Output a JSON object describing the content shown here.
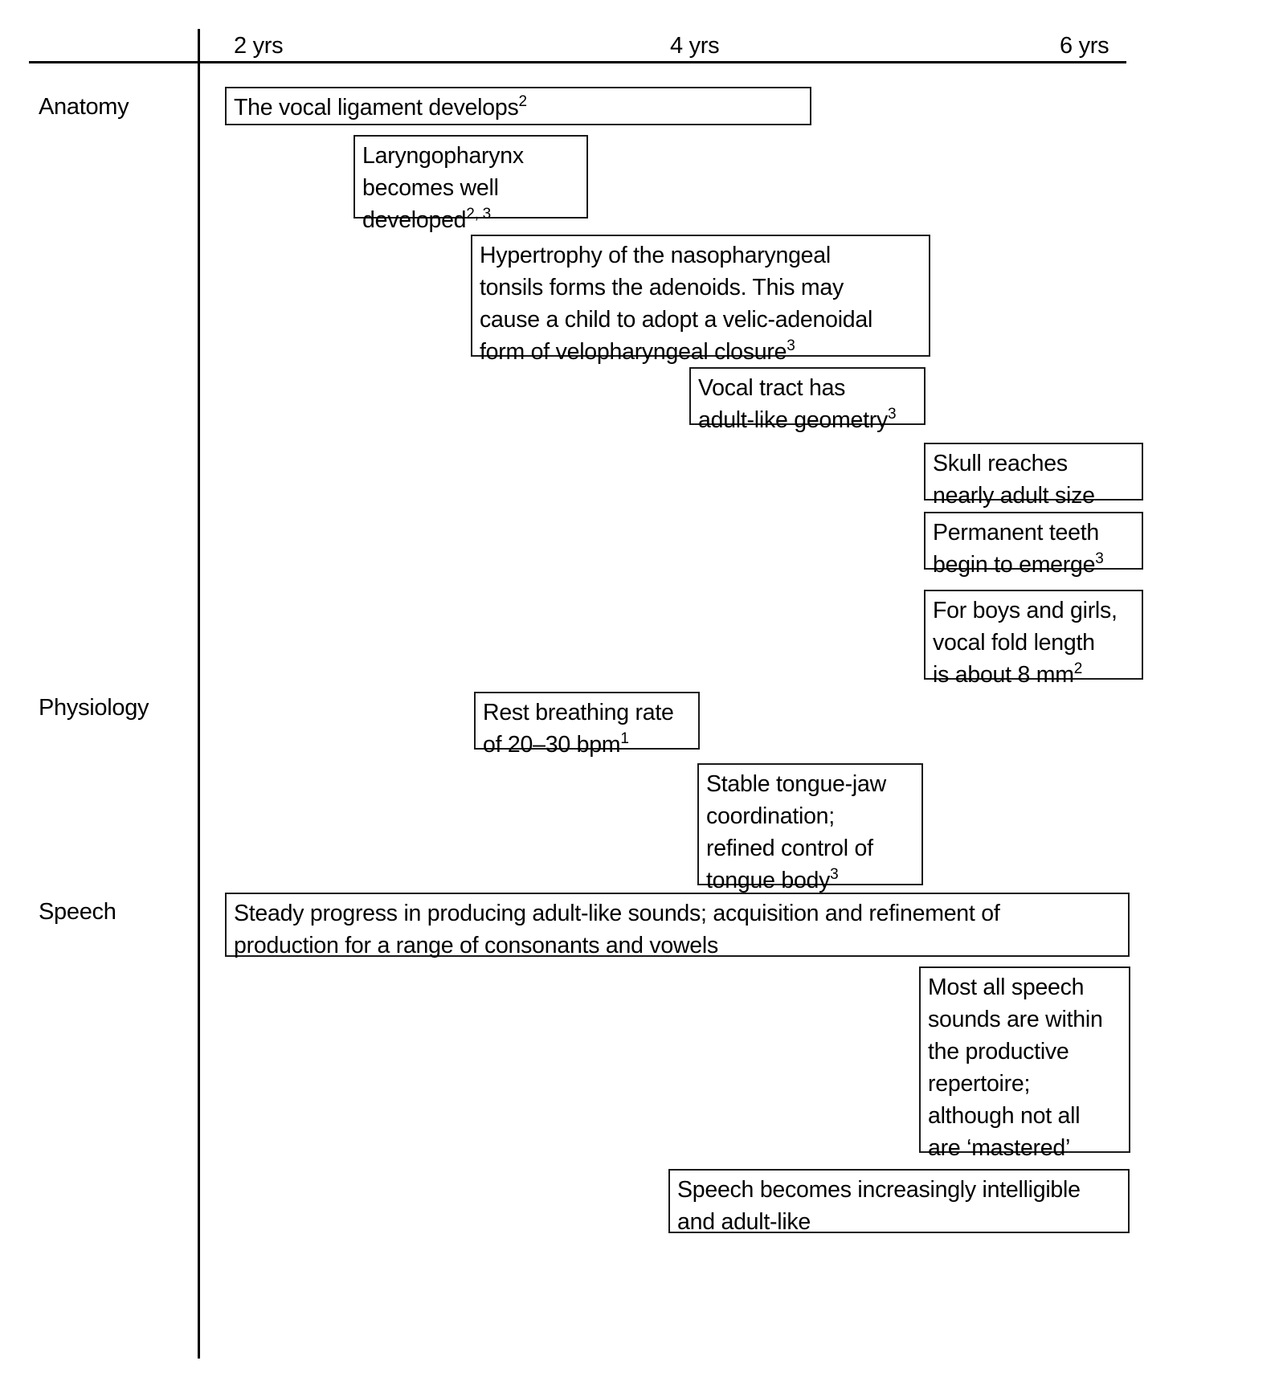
{
  "chart_data": {
    "type": "table",
    "title": "",
    "xlabel": "",
    "ylabel": "",
    "axis": {
      "ticks": [
        "2 yrs",
        "4 yrs",
        "6 yrs"
      ],
      "tick_values": [
        2,
        4,
        6
      ],
      "xlim": [
        1.6,
        6.4
      ],
      "grid": false,
      "legend": "none"
    },
    "rows": [
      "Anatomy",
      "Physiology",
      "Speech"
    ],
    "events": [
      {
        "row": "Anatomy",
        "text": "The vocal ligament develops",
        "superscript": "2",
        "start": 2.0,
        "end": 4.7
      },
      {
        "row": "Anatomy",
        "text": "Laryngopharynx becomes well developed",
        "superscript": "2, 3",
        "start": 2.6,
        "end": 3.7
      },
      {
        "row": "Anatomy",
        "text": "Hypertrophy of the nasopharyngeal tonsils forms the adenoids. This may cause a child to adopt a velic-adenoidal form of velopharyngeal closure",
        "superscript": "3",
        "start": 3.2,
        "end": 5.3
      },
      {
        "row": "Anatomy",
        "text": "Vocal tract has adult-like geometry",
        "superscript": "3",
        "start": 4.2,
        "end": 5.3
      },
      {
        "row": "Anatomy",
        "text": "Skull reaches nearly adult size",
        "superscript": "",
        "start": 5.3,
        "end": 6.3
      },
      {
        "row": "Anatomy",
        "text": "Permanent teeth begin to emerge",
        "superscript": "3",
        "start": 5.3,
        "end": 6.3
      },
      {
        "row": "Anatomy",
        "text": "For boys and girls, vocal fold length is about 8 mm",
        "superscript": "2",
        "start": 5.3,
        "end": 6.3
      },
      {
        "row": "Physiology",
        "text": "Rest breathing rate of 20–30 bpm",
        "superscript": "1",
        "start": 3.2,
        "end": 4.3
      },
      {
        "row": "Physiology",
        "text": "Stable tongue-jaw coordination; refined control of tongue body",
        "superscript": "3",
        "start": 4.3,
        "end": 5.3
      },
      {
        "row": "Speech",
        "text": "Steady progress in producing adult-like sounds; acquisition and refinement of production for a range of consonants and vowels",
        "superscript": "",
        "start": 2.0,
        "end": 6.2
      },
      {
        "row": "Speech",
        "text": "Most all speech sounds are within the productive repertoire; although not all are ‘mastered’",
        "superscript": "",
        "start": 5.3,
        "end": 6.3
      },
      {
        "row": "Speech",
        "text": "Speech becomes increasingly intelligible and adult-like",
        "superscript": "",
        "start": 4.2,
        "end": 6.2
      }
    ]
  },
  "header": {
    "tick_2": "2 yrs",
    "tick_4": "4 yrs",
    "tick_6": "6 yrs"
  },
  "rows": {
    "anatomy": "Anatomy",
    "physiology": "Physiology",
    "speech": "Speech"
  },
  "boxes": {
    "vocal_ligament": {
      "text": "The vocal ligament develops",
      "sup": "2"
    },
    "laryngopharynx": {
      "line1": "Laryngopharynx",
      "line2": "becomes well",
      "line3": "developed",
      "sup": "2, 3"
    },
    "hypertrophy": {
      "line1": "Hypertrophy of the nasopharyngeal",
      "line2": "tonsils forms the adenoids. This may",
      "line3": "cause a child to adopt a velic-adenoidal",
      "line4": "form of velopharyngeal closure",
      "sup": "3"
    },
    "vocal_tract": {
      "line1": "Vocal tract has",
      "line2": "adult-like geometry",
      "sup": "3"
    },
    "skull": {
      "line1": "Skull reaches",
      "line2": "nearly adult size",
      "sup": ""
    },
    "teeth": {
      "line1": "Permanent teeth",
      "line2": "begin to emerge",
      "sup": "3"
    },
    "vocal_fold": {
      "line1": "For boys and girls,",
      "line2": "vocal fold length",
      "line3": "is about 8 mm",
      "sup": "2"
    },
    "breathing": {
      "line1": "Rest breathing rate",
      "line2": "of 20–30 bpm",
      "sup": "1"
    },
    "tongue_jaw": {
      "line1": "Stable tongue-jaw",
      "line2": "coordination;",
      "line3": "refined control of",
      "line4": "tongue body",
      "sup": "3"
    },
    "steady_progress": {
      "line1": "Steady progress in producing adult-like sounds; acquisition and refinement of",
      "line2": "production for a range of consonants and vowels",
      "sup": ""
    },
    "most_speech": {
      "line1": "Most all speech",
      "line2": "sounds are within",
      "line3": "the productive",
      "line4": "repertoire;",
      "line5": "although not all",
      "line6": "are ‘mastered’",
      "sup": ""
    },
    "intelligible": {
      "line1": "Speech becomes increasingly intelligible",
      "line2": "and adult-like",
      "sup": ""
    }
  }
}
